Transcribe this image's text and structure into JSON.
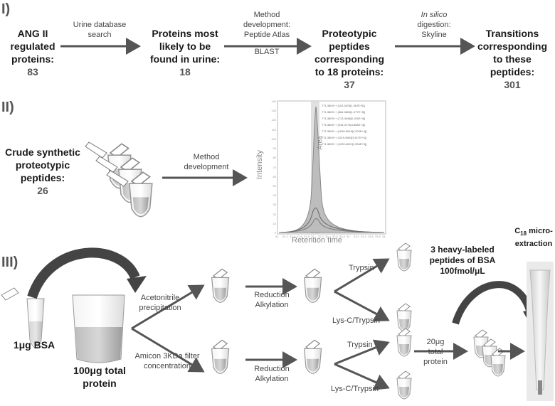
{
  "section1": {
    "label": "I)",
    "step1": {
      "line1": "ANG II",
      "line2": "regulated",
      "line3": "proteins:",
      "count": "83"
    },
    "arrow1": {
      "line1": "Urine database",
      "line2": "search"
    },
    "step2": {
      "line1": "Proteins most",
      "line2": "likely to be",
      "line3": "found in urine:",
      "count": "18"
    },
    "arrow2": {
      "line1": "Method",
      "line2": "development:",
      "line3": "Peptide Atlas",
      "line4": "BLAST"
    },
    "step3": {
      "line1": "Proteotypic",
      "line2": "peptides",
      "line3": "corresponding",
      "line4": "to 18 proteins:",
      "count": "37"
    },
    "arrow3": {
      "line1": "In silico",
      "line2": "digestion:",
      "line3": "Skyline"
    },
    "step4": {
      "line1": "Transitions",
      "line2": "corresponding",
      "line3": "to these",
      "line4": "peptides:",
      "count": "301"
    }
  },
  "section2": {
    "label": "II)",
    "crude": {
      "line1": "Crude synthetic",
      "line2": "proteotypic",
      "line3": "peptides:",
      "count": "26"
    },
    "arrow": {
      "line1": "Method",
      "line2": "development"
    },
    "chart": {
      "ylabel": "Intensity",
      "xlabel": "Retention time",
      "area_label": "Area",
      "yticks": [
        "140",
        "130",
        "120",
        "110",
        "100",
        "90",
        "80",
        "70",
        "60",
        "50",
        "40",
        "30",
        "20",
        "10",
        "0"
      ],
      "xticks": [
        "31",
        "31.2",
        "31.4",
        "31.6",
        "31.8",
        "32",
        "32.2",
        "32.4",
        "32.6",
        "32.8",
        "33",
        "33.2",
        "33.4",
        "33.6",
        "33.8",
        "34"
      ],
      "legend": [
        "771.3803++ (115.2876[1.467E+5])",
        "771.3803++ (584.3806[1.377E+5])",
        "771.3803++ (713.4048[6.105E+4])",
        "771.3803++ (944.4775[4.858E+4])",
        "771.3803++ (1056.5618[4.200E+4])",
        "771.3803++ (1119.5663[3.517E+3])",
        "771.3803++ (1290.6002[1.954E+3])"
      ]
    }
  },
  "section3": {
    "label": "III)",
    "bsa": "1μg BSA",
    "total": {
      "line1": "100μg total",
      "line2": "protein"
    },
    "branch_top": {
      "line1": "Acetonitrile",
      "line2": "precipitation"
    },
    "branch_bottom": {
      "line1": "Amicon 3KDa filter",
      "line2": "concentration"
    },
    "red_top": {
      "line1": "Reduction",
      "line2": "Alkylation"
    },
    "red_bottom": {
      "line1": "Reduction",
      "line2": "Alkylation"
    },
    "trypsin_top": "Trypsin",
    "lysc_top": "Lys-C/Trypsin",
    "trypsin_bottom": "Trypsin",
    "lysc_bottom": "Lys-C/Trypsin",
    "twenty": {
      "line1": "20μg",
      "line2": "total",
      "line3": "protein"
    },
    "heavy": {
      "line1": "3 heavy-labeled",
      "line2": "peptides of BSA",
      "line3": "100fmol/μL"
    },
    "c18": {
      "prefix": "C",
      "sub": "18",
      "suffix": " micro-",
      "line2": "extraction"
    }
  }
}
